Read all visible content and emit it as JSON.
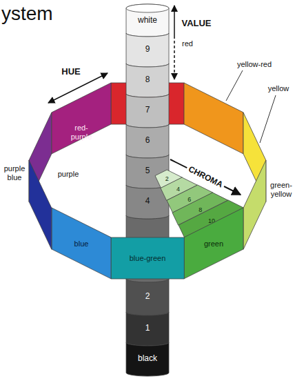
{
  "diagram": {
    "title": "ystem",
    "nodes": [
      {
        "text": [
          "white"
        ]
      },
      {
        "text": [
          "9"
        ]
      },
      {
        "text": [
          "8"
        ]
      },
      {
        "text": [
          "7"
        ]
      },
      {
        "text": [
          "6"
        ]
      },
      {
        "text": [
          "5"
        ]
      },
      {
        "text": [
          "4"
        ]
      },
      {
        "text": [
          "2"
        ]
      },
      {
        "text": [
          "1"
        ]
      },
      {
        "text": [
          "black"
        ]
      },
      {
        "text": [
          "red"
        ]
      },
      {
        "text": [
          "yellow-red"
        ]
      },
      {
        "text": [
          "yellow"
        ]
      },
      {
        "text": [
          "green-yellow"
        ]
      },
      {
        "text": [
          "green"
        ]
      },
      {
        "text": [
          "blue-green"
        ]
      },
      {
        "text": [
          "blue"
        ]
      },
      {
        "text": [
          "purple blue"
        ]
      },
      {
        "text": [
          "purple"
        ]
      },
      {
        "text": [
          "red-purple"
        ]
      },
      {
        "text": [
          "2"
        ]
      },
      {
        "text": [
          "4"
        ]
      },
      {
        "text": [
          "6"
        ]
      },
      {
        "text": [
          "8"
        ]
      },
      {
        "text": [
          "10"
        ]
      }
    ],
    "labels": [
      "VALUE",
      "HUE",
      "CHROMA"
    ]
  }
}
